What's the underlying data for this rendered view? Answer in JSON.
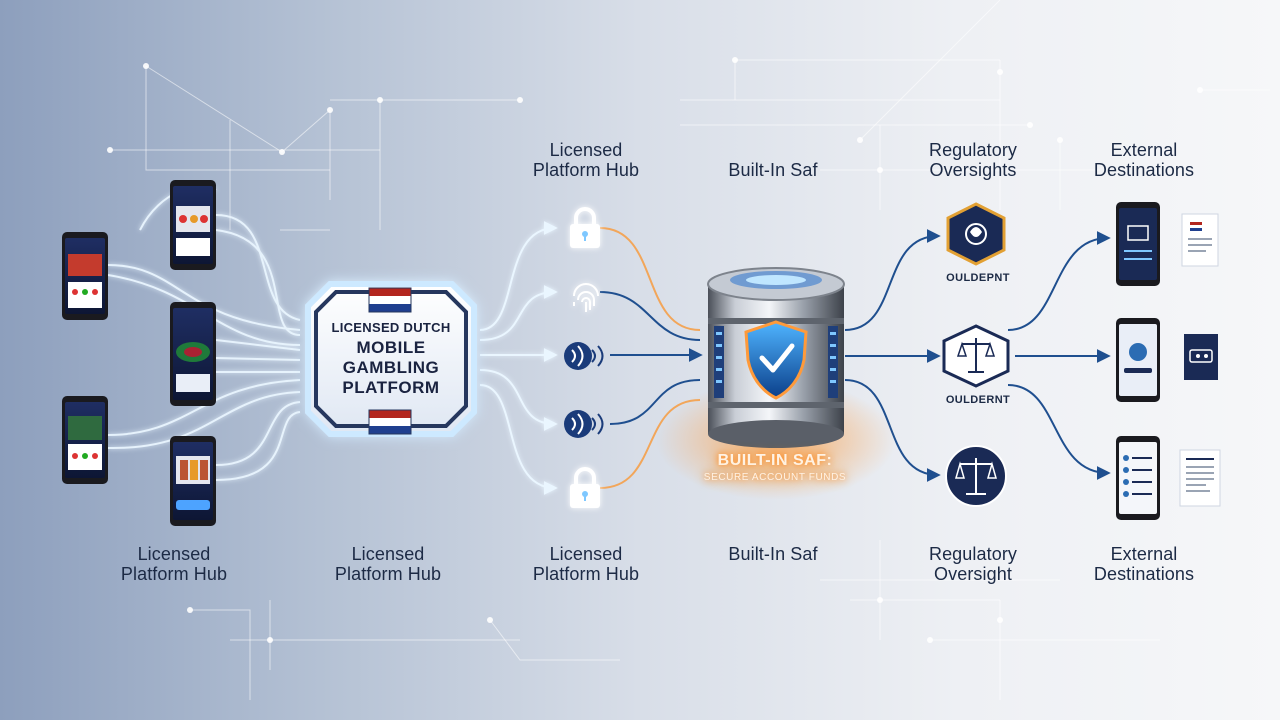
{
  "header_labels": {
    "col3": [
      "Licensed",
      "Platform Hub"
    ],
    "col4": [
      "Built-In Saf"
    ],
    "col5": [
      "Regulatory",
      "Oversights"
    ],
    "col6": [
      "External",
      "Destinations"
    ]
  },
  "footer_labels": {
    "col1": [
      "Licensed",
      "Platform Hub"
    ],
    "col2": [
      "Licensed",
      "Platform Hub"
    ],
    "col3": [
      "Licensed",
      "Platform Hub"
    ],
    "col4": [
      "Built-In Saf"
    ],
    "col5": [
      "Regulatory",
      "Oversight"
    ],
    "col6": [
      "External",
      "Destinations"
    ]
  },
  "central_platform": {
    "line1": "LICENSED DUTCH",
    "line2": "MOBILE",
    "line3": "GAMBLING",
    "line4": "PLATFORM"
  },
  "vault": {
    "title": "BUILT-IN SAF:",
    "subtitle": "SECURE ACCOUNT FUNDS"
  },
  "regulators": {
    "top_caption": "OULDEPNT",
    "middle_caption": "OULDERNT"
  },
  "security_icons": [
    "lock-icon",
    "fingerprint-icon",
    "nfc-shield-icon",
    "nfc-shield-icon",
    "lock-icon"
  ],
  "colors": {
    "navy": "#1a2a55",
    "accent_blue": "#1f5fa8",
    "glow_orange": "#ff8a1e",
    "light_blue": "#7fc8ff"
  }
}
